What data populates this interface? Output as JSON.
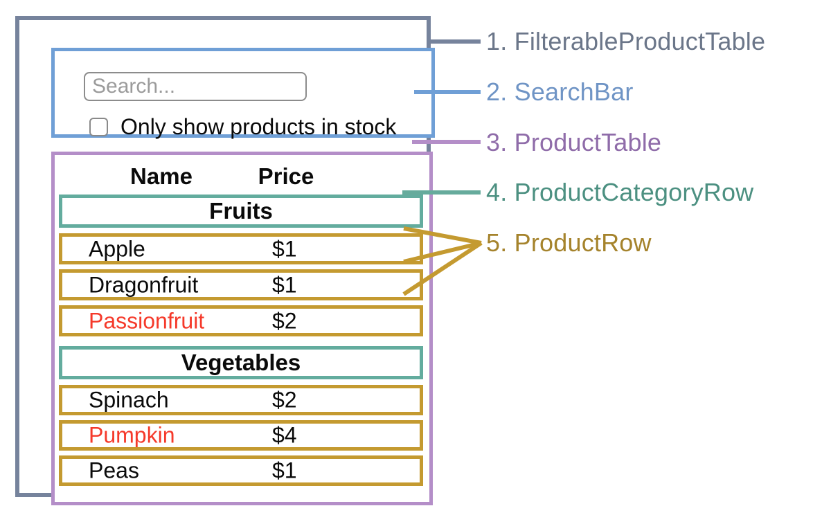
{
  "search": {
    "placeholder": "Search...",
    "checkbox_label": "Only show products in stock",
    "checkbox_checked": false
  },
  "table": {
    "columns": [
      "Name",
      "Price"
    ],
    "groups": [
      {
        "category": "Fruits",
        "rows": [
          {
            "name": "Apple",
            "price": "$1",
            "in_stock": true
          },
          {
            "name": "Dragonfruit",
            "price": "$1",
            "in_stock": true
          },
          {
            "name": "Passionfruit",
            "price": "$2",
            "in_stock": false
          }
        ]
      },
      {
        "category": "Vegetables",
        "rows": [
          {
            "name": "Spinach",
            "price": "$2",
            "in_stock": true
          },
          {
            "name": "Pumpkin",
            "price": "$4",
            "in_stock": false
          },
          {
            "name": "Peas",
            "price": "$1",
            "in_stock": true
          }
        ]
      }
    ]
  },
  "legend": {
    "items": [
      {
        "label": "1. FilterableProductTable",
        "color": "#6B7689"
      },
      {
        "label": "2. SearchBar",
        "color": "#6F94C5"
      },
      {
        "label": "3. ProductTable",
        "color": "#8F6CA9"
      },
      {
        "label": "4. ProductCategoryRow",
        "color": "#4C9081"
      },
      {
        "label": "5. ProductRow",
        "color": "#A5832C"
      }
    ]
  },
  "colors": {
    "outer_border": "#76839C",
    "searchbar_border": "#6F9FD6",
    "product_table_border": "#B48EC8",
    "category_row_border": "#63AC9E",
    "product_row_border": "#C49A30",
    "out_of_stock_text": "#F5392A"
  }
}
